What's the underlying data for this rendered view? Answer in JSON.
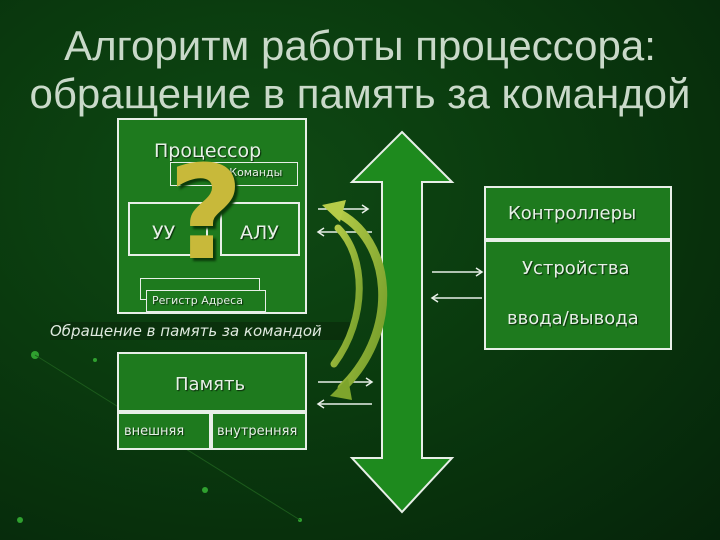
{
  "title": {
    "line1": "Алгоритм работы процессора:",
    "line2": "обращение в память за командой"
  },
  "processor": {
    "label": "Процессор",
    "command_register": "Регистр Команды",
    "cu": "УУ",
    "alu": "АЛУ",
    "address_register": "Регистр Адреса",
    "question_mark": "?"
  },
  "caption": "Обращение в память за командой",
  "memory": {
    "label": "Память",
    "external": "внешняя",
    "internal": "внутренняя"
  },
  "controllers": {
    "label": "Контроллеры"
  },
  "io_devices": {
    "line1": "Устройства",
    "line2": "ввода/вывода"
  },
  "colors": {
    "box_fill": "#1e7a1e",
    "bus_arrow": "#1e8a1e",
    "curve_arrow": "#9ab832",
    "question_mark": "#c8b93a",
    "background": "#0a3a0e"
  },
  "icons": [
    "bidirectional-bus-arrow",
    "question-mark-icon",
    "curved-transfer-arrow"
  ]
}
